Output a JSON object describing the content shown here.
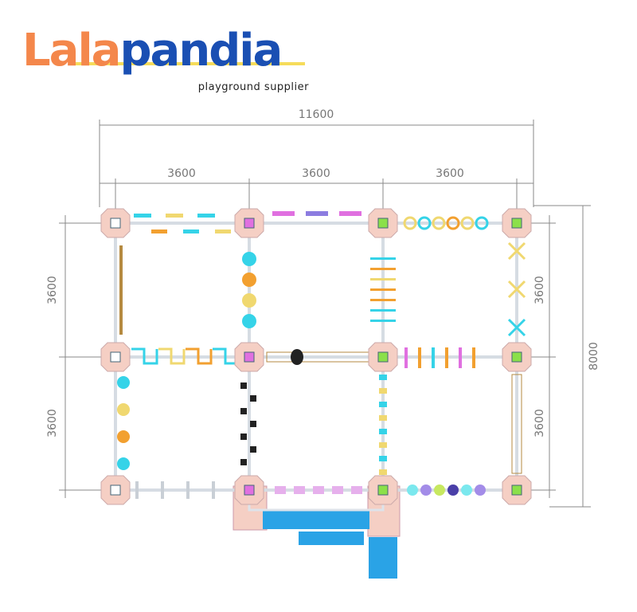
{
  "logo": {
    "brand_part1": "Lala",
    "brand_part2": "pandia",
    "tagline": "playground supplier"
  },
  "dimensions": {
    "total_width": "11600",
    "top_segments": [
      "3600",
      "3600",
      "3600"
    ],
    "left_segments": [
      "3600",
      "3600"
    ],
    "right_segments": [
      "3600",
      "3600"
    ],
    "total_height": "8000"
  },
  "colors": {
    "platform": "#f5cfc4",
    "post_green": "#8be04a",
    "post_pink": "#e070e0",
    "slide": "#2aa3e6",
    "frame": "#c9cfd6"
  }
}
